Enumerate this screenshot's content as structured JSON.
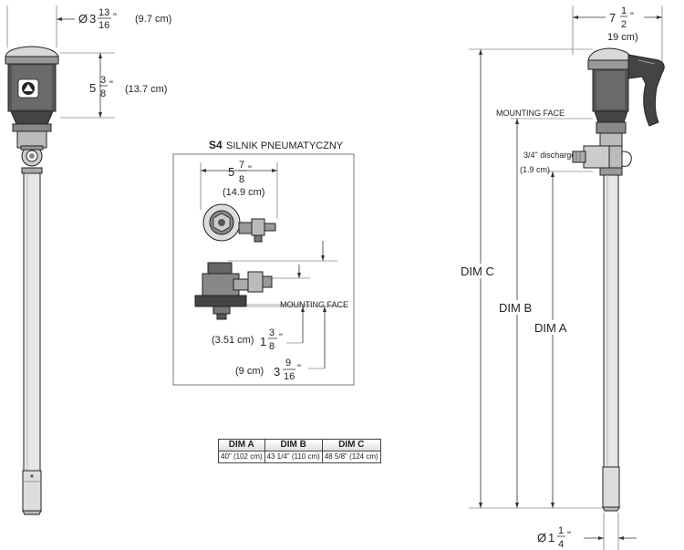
{
  "left_view": {
    "diameter_symbol": "Ø",
    "diameter_whole": "3",
    "diameter_num": "13",
    "diameter_den": "16",
    "diameter_inch": "\"",
    "diameter_metric": "(9.7 cm)",
    "height_whole": "5",
    "height_num": "3",
    "height_den": "8",
    "height_inch": "\"",
    "height_metric": "(13.7 cm)"
  },
  "inset": {
    "title_bold": "S4",
    "title_rest": "SILNIK PNEUMATYCZNY",
    "width_whole": "5",
    "width_num": "7",
    "width_den": "8",
    "width_inch": "\"",
    "width_metric": "(14.9 cm)",
    "mounting_face": "MOUNTING FACE",
    "dim1_metric": "(3.51 cm)",
    "dim1_whole": "1",
    "dim1_num": "3",
    "dim1_den": "8",
    "dim1_inch": "\"",
    "dim2_metric": "(9 cm)",
    "dim2_whole": "3",
    "dim2_num": "9",
    "dim2_den": "16",
    "dim2_inch": "\""
  },
  "right_view": {
    "width_whole": "7",
    "width_num": "1",
    "width_den": "2",
    "width_inch": "\"",
    "width_metric": "19 cm)",
    "mounting_face": "MOUNTING FACE",
    "discharge": "3/4\" discharge",
    "discharge_metric": "(1.9 cm)",
    "dim_c": "DIM C",
    "dim_b": "DIM B",
    "dim_a": "DIM A",
    "tube_symbol": "Ø",
    "tube_whole": "1",
    "tube_num": "1",
    "tube_den": "4",
    "tube_inch": "\""
  },
  "table": {
    "headers": [
      "DIM A",
      "DIM B",
      "DIM C"
    ],
    "values": [
      "40\" (102 cm)",
      "43 1/4\" (110 cm)",
      "48 5/8\" (124 cm)"
    ]
  }
}
